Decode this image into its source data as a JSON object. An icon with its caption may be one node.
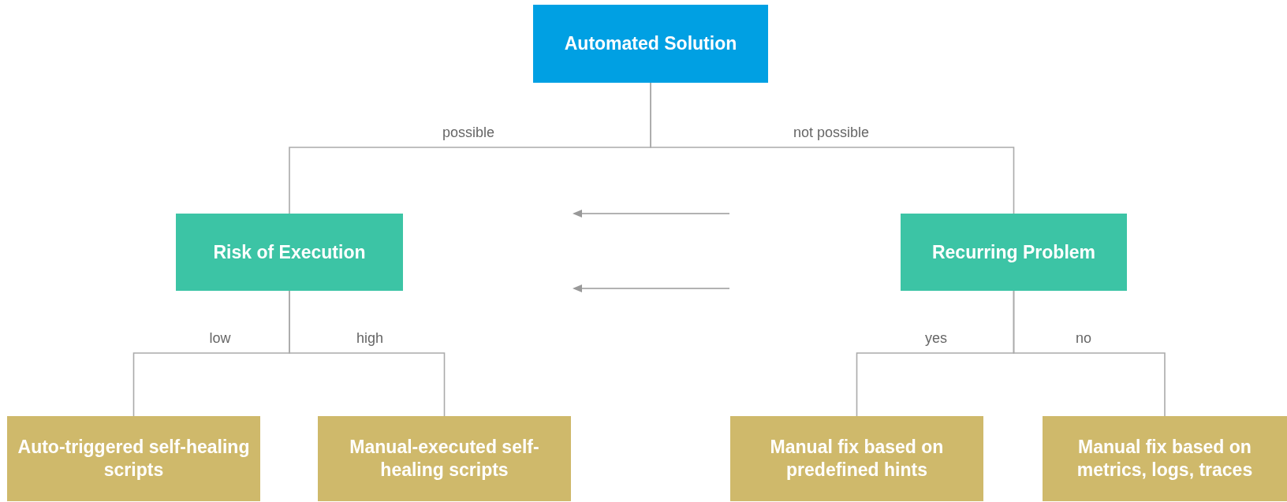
{
  "diagram": {
    "nodes": [
      {
        "text": [
          "Automated Solution"
        ]
      },
      {
        "text": [
          "Risk of Execution"
        ]
      },
      {
        "text": [
          "Recurring Problem"
        ]
      },
      {
        "text": [
          "Auto-triggered self-healing scripts"
        ]
      },
      {
        "text": [
          "Manual-executed self-healing scripts"
        ]
      },
      {
        "text": [
          "Manual fix based on predefined hints"
        ]
      },
      {
        "text": [
          "Manual fix based on metrics, logs, traces"
        ]
      }
    ],
    "edges": [
      {
        "from": 0,
        "to": 1,
        "arrow": "none",
        "label": "possible"
      },
      {
        "from": 0,
        "to": 2,
        "arrow": "none",
        "label": "not possible"
      },
      {
        "from": 1,
        "to": 3,
        "arrow": "none",
        "label": "low"
      },
      {
        "from": 1,
        "to": 4,
        "arrow": "none",
        "label": "high"
      },
      {
        "from": 2,
        "to": 5,
        "arrow": "none",
        "label": "yes"
      },
      {
        "from": 2,
        "to": 6,
        "arrow": "none",
        "label": "no"
      }
    ]
  }
}
